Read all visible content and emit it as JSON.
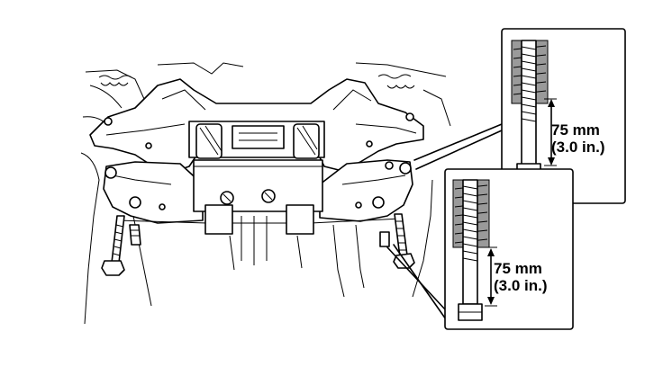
{
  "figure": {
    "callouts": [
      {
        "id": "upper",
        "length_label": "75 mm",
        "inch_label": "(3.0 in.)"
      },
      {
        "id": "lower",
        "length_label": "75 mm",
        "inch_label": "(3.0 in.)"
      }
    ]
  }
}
